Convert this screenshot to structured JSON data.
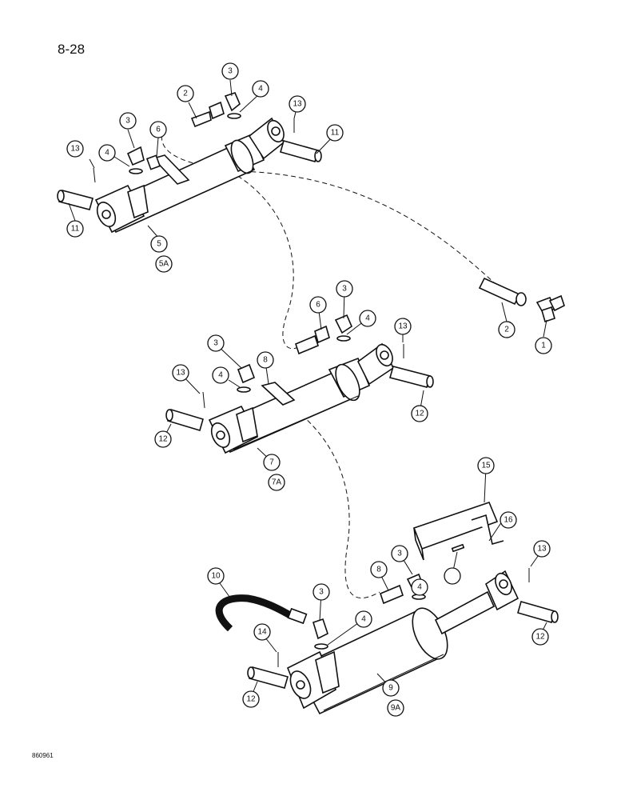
{
  "page_number": "8-28",
  "document_code": "860961",
  "callouts": [
    {
      "id": "c1",
      "text": "1"
    },
    {
      "id": "c2a",
      "text": "2"
    },
    {
      "id": "c2b",
      "text": "2"
    },
    {
      "id": "c3a",
      "text": "3"
    },
    {
      "id": "c3b",
      "text": "3"
    },
    {
      "id": "c3c",
      "text": "3"
    },
    {
      "id": "c3d",
      "text": "3"
    },
    {
      "id": "c3e",
      "text": "3"
    },
    {
      "id": "c3f",
      "text": "3"
    },
    {
      "id": "c4a",
      "text": "4"
    },
    {
      "id": "c4b",
      "text": "4"
    },
    {
      "id": "c4c",
      "text": "4"
    },
    {
      "id": "c4d",
      "text": "4"
    },
    {
      "id": "c4e",
      "text": "4"
    },
    {
      "id": "c4f",
      "text": "4"
    },
    {
      "id": "c5",
      "text": "5"
    },
    {
      "id": "c5A",
      "text": "5A"
    },
    {
      "id": "c6a",
      "text": "6"
    },
    {
      "id": "c6b",
      "text": "6"
    },
    {
      "id": "c7",
      "text": "7"
    },
    {
      "id": "c7A",
      "text": "7A"
    },
    {
      "id": "c8a",
      "text": "8"
    },
    {
      "id": "c8b",
      "text": "8"
    },
    {
      "id": "c9",
      "text": "9"
    },
    {
      "id": "c9A",
      "text": "9A"
    },
    {
      "id": "c10",
      "text": "10"
    },
    {
      "id": "c11a",
      "text": "11"
    },
    {
      "id": "c11b",
      "text": "11"
    },
    {
      "id": "c12a",
      "text": "12"
    },
    {
      "id": "c12b",
      "text": "12"
    },
    {
      "id": "c12c",
      "text": "12"
    },
    {
      "id": "c12d",
      "text": "12"
    },
    {
      "id": "c13a",
      "text": "13"
    },
    {
      "id": "c13b",
      "text": "13"
    },
    {
      "id": "c13c",
      "text": "13"
    },
    {
      "id": "c13d",
      "text": "13"
    },
    {
      "id": "c13e",
      "text": "13"
    },
    {
      "id": "c14",
      "text": "14"
    },
    {
      "id": "c15",
      "text": "15"
    },
    {
      "id": "c16",
      "text": "16"
    }
  ]
}
